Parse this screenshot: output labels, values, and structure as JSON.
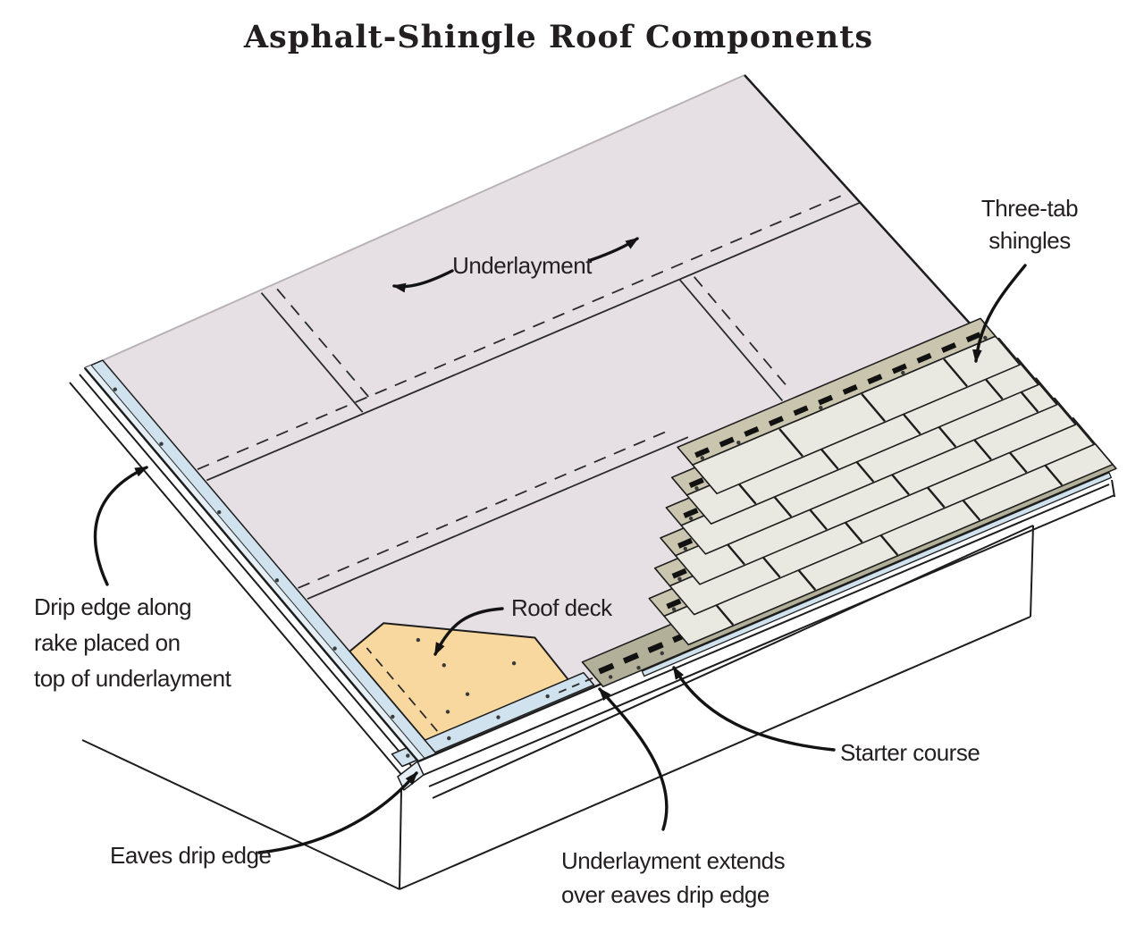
{
  "title": "Asphalt-Shingle Roof Components",
  "labels": {
    "underlayment": "Underlayment",
    "three_tab": [
      "Three-tab",
      "shingles"
    ],
    "drip_edge_rake": [
      "Drip edge along",
      "rake placed on",
      "top of underlayment"
    ],
    "roof_deck": "Roof deck",
    "starter_course": "Starter course",
    "eaves_drip_edge": "Eaves drip edge",
    "underlayment_extends": [
      "Underlayment extends",
      "over eaves drip edge"
    ]
  },
  "colors": {
    "background": "#ffffff",
    "underlayment": "#e6e0e4",
    "underlayment_ridge_edge": "#b9b2b8",
    "roof_deck": "#f9d8a0",
    "drip_edge": "#cfe2ee",
    "drip_edge_light": "#e6eff6",
    "shingle_tab": "#eae9e1",
    "shingle_band": "#c9c5ae",
    "starter_course": "#b3b099",
    "outline": "#1d1d1d",
    "detail_line": "#2a2a2a",
    "adhesive_dash": "#111111",
    "nail": "#3a3a3a",
    "text": "#231f20"
  }
}
